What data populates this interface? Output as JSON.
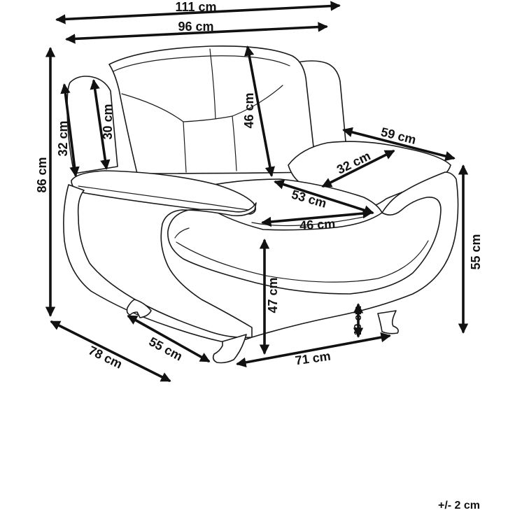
{
  "dimensions": {
    "total_width": "111 cm",
    "inner_width": "96 cm",
    "total_height": "86 cm",
    "back_height_outer": "32 cm",
    "back_height_inner": "30 cm",
    "backrest_height": "46 cm",
    "armrest_length": "59 cm",
    "armrest_width": "32 cm",
    "seat_depth": "53 cm",
    "seat_width": "46 cm",
    "arm_height": "55 cm",
    "seat_height": "47 cm",
    "leg_height": "10 cm",
    "total_depth": "78 cm",
    "side_depth": "55 cm",
    "base_width": "71 cm"
  },
  "tolerance": "+/- 2 cm",
  "colors": {
    "line": "#111111",
    "background": "#ffffff"
  }
}
